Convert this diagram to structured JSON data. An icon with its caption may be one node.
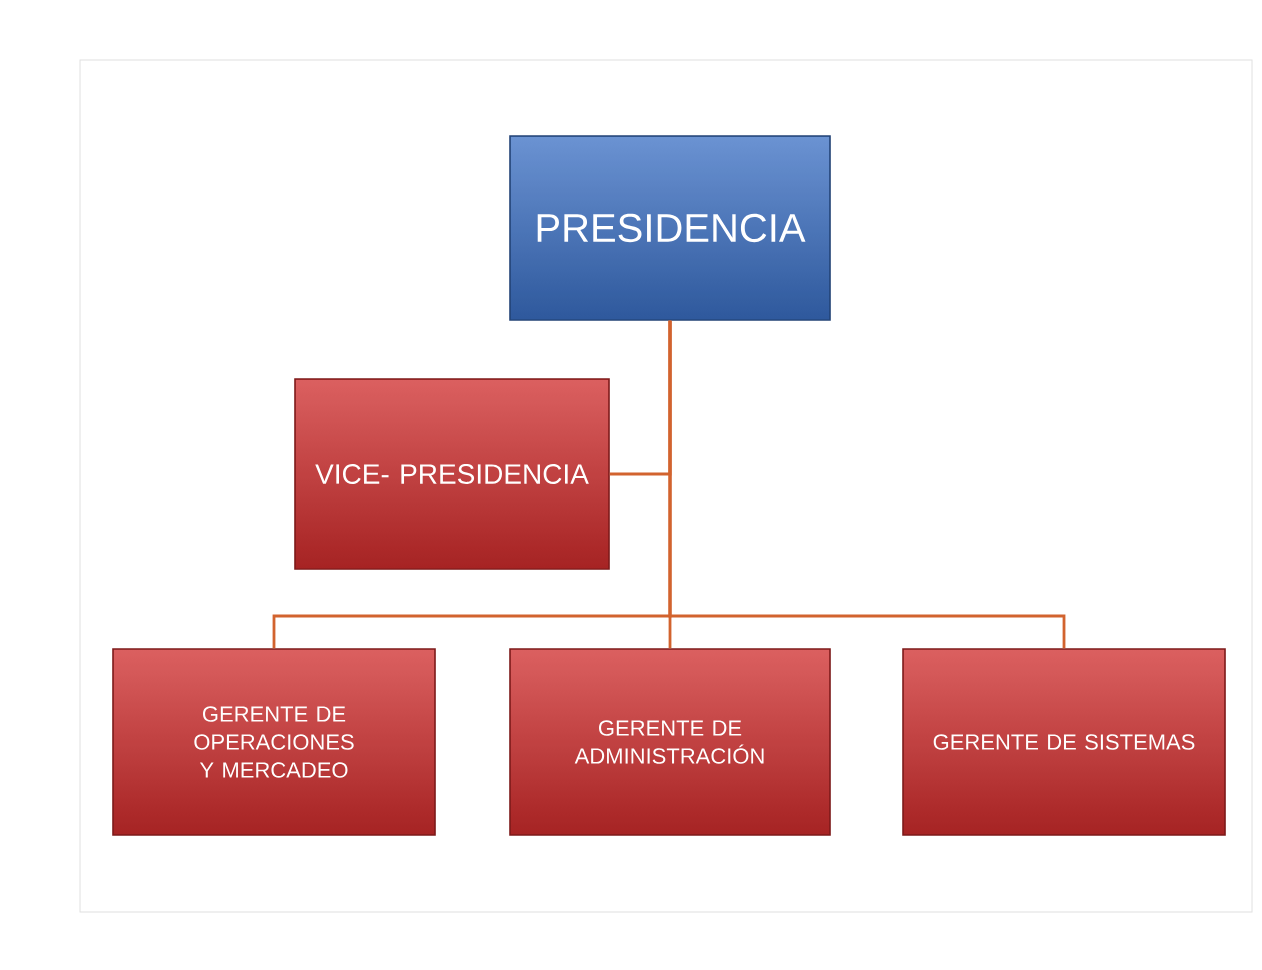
{
  "diagram": {
    "nodes": [
      {
        "text": [
          "PRESIDENCIA"
        ]
      },
      {
        "text": [
          "VICE- PRESIDENCIA"
        ]
      },
      {
        "text": [
          "GERENTE DE OPERACIONES Y MERCADEO"
        ]
      },
      {
        "text": [
          "GERENTE DE ADMINISTRACIÓN"
        ]
      },
      {
        "text": [
          "GERENTE DE SISTEMAS"
        ]
      }
    ],
    "edges": [
      {
        "from": 0,
        "to": 1,
        "arrow": "none"
      },
      {
        "from": 0,
        "to": 2,
        "arrow": "none"
      },
      {
        "from": 0,
        "to": 3,
        "arrow": "none"
      },
      {
        "from": 0,
        "to": 4,
        "arrow": "none"
      }
    ]
  }
}
